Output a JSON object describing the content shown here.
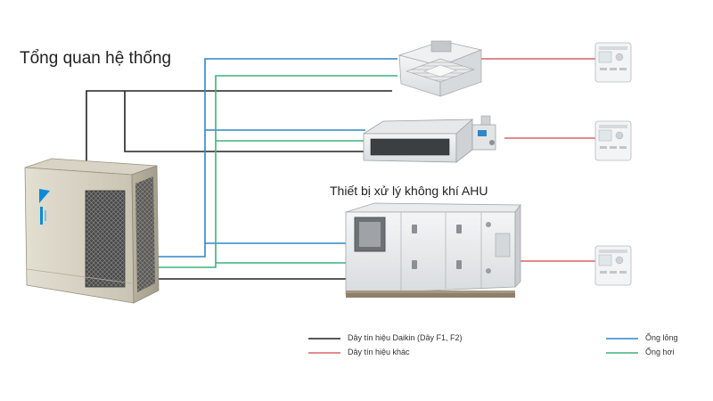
{
  "title": "Tổng quan hệ thống",
  "ahu_label": "Thiết bị xử lý không khí AHU",
  "legend": {
    "daikin_signal": "Dây tín hiệu Daikin (Dây F1, F2)",
    "other_signal": "Dây tín hiệu khác",
    "liquid_pipe": "Ống lỏng",
    "gas_pipe": "Ống hơi"
  },
  "colors": {
    "daikin_signal": "#222222",
    "other_signal": "#d9636a",
    "liquid_pipe": "#2f86c9",
    "gas_pipe": "#3fb27f",
    "daikin_blue": "#0a8bd6"
  },
  "components": {
    "outdoor_unit": "daikin-vrv-outdoor-unit",
    "cassette": "ceiling-cassette-unit",
    "duct": "concealed-duct-unit",
    "ahu": "air-handling-unit",
    "remotes": [
      "wired-remote-controller",
      "wired-remote-controller",
      "wired-remote-controller"
    ]
  }
}
